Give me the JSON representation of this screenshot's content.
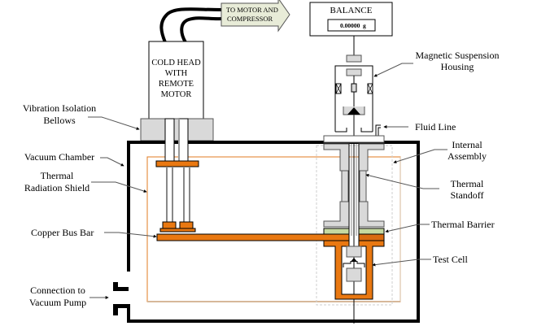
{
  "title": "Magnetic suspension balance cryogenic test apparatus",
  "colors": {
    "copper": "#e97811",
    "copper_dark": "#d96a10",
    "grey_fill": "#d9d9d9",
    "thermal_barrier": "#c6d9a1",
    "shield": "#e07b20",
    "shield_light": "#d7b89a",
    "arrow_fill": "#e8ecd8",
    "line": "#000000"
  },
  "header": {
    "arrow_label_line1": "TO MOTOR AND",
    "arrow_label_line2": "COMPRESSOR",
    "balance_label": "BALANCE",
    "balance_reading": "0.00000",
    "balance_unit": "g"
  },
  "cold_head": {
    "lines": [
      "COLD HEAD",
      "WITH",
      "REMOTE",
      "MOTOR"
    ]
  },
  "labels": {
    "magnetic_suspension": [
      "Magnetic Suspension",
      "Housing"
    ],
    "fluid_line": [
      "Fluid Line"
    ],
    "internal_assembly": [
      "Internal",
      "Assembly"
    ],
    "thermal_standoff": [
      "Thermal",
      "Standoff"
    ],
    "thermal_barrier": [
      "Thermal Barrier"
    ],
    "test_cell": [
      "Test Cell"
    ],
    "vibration_isolation": [
      "Vibration Isolation",
      "Bellows"
    ],
    "vacuum_chamber": [
      "Vacuum Chamber"
    ],
    "radiation_shield": [
      "Thermal",
      "Radiation Shield"
    ],
    "copper_bus_bar": [
      "Copper Bus Bar"
    ],
    "vacuum_pump": [
      "Connection to",
      "Vacuum Pump"
    ]
  }
}
